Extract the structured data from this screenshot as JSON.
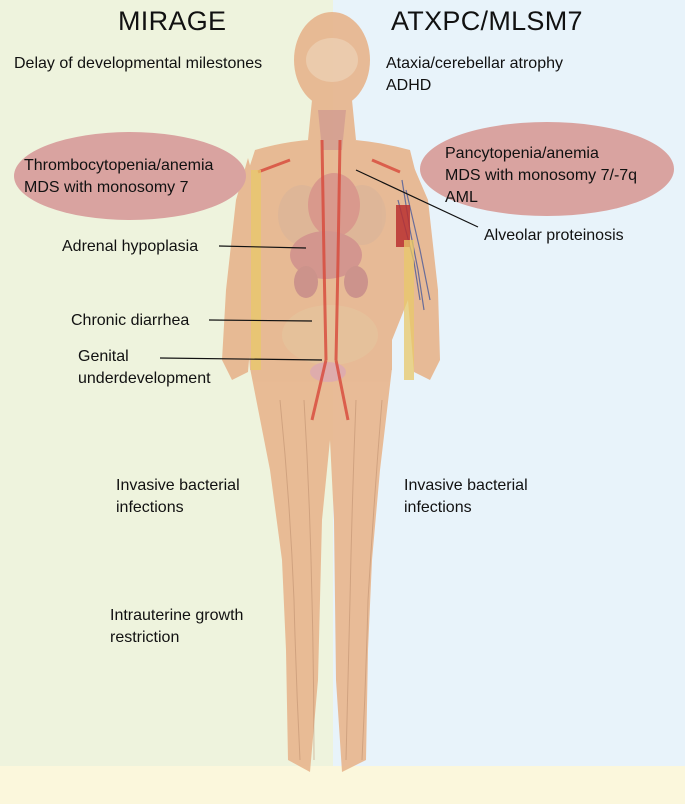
{
  "columns": {
    "left": {
      "title": "MIRAGE",
      "milestones": "Delay of developmental milestones",
      "blood": "Thrombocytopenia/anemia\nMDS with monosomy 7",
      "adrenal": "Adrenal hypoplasia",
      "diarrhea": "Chronic diarrhea",
      "genital": "Genital\nunderdevelopment",
      "infections": "Invasive bacterial\ninfections",
      "growth": "Intrauterine growth\nrestriction"
    },
    "right": {
      "title": "ATXPC/MLSM7",
      "neuro": "Ataxia/cerebellar atrophy\nADHD",
      "blood": "Pancytopenia/anemia\nMDS with monosomy 7/-7q\nAML",
      "lung": "Alveolar proteinosis",
      "infections": "Invasive bacterial\ninfections"
    }
  },
  "colors": {
    "left_panel": "#eef3dd",
    "right_panel": "#e8f3fa",
    "highlight_ellipse": "#d9a3a0",
    "body_silhouette": "#e8b890"
  }
}
